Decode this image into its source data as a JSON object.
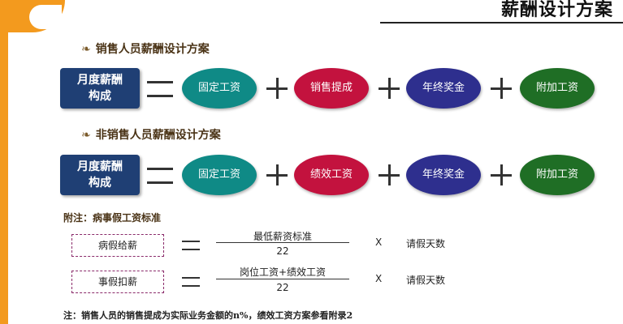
{
  "header": {
    "title": "薪酬设计方案"
  },
  "sales": {
    "heading": "销售人员薪酬设计方案",
    "heading_icon": "leaf-icon",
    "total_label": "月度薪酬构成",
    "components": [
      {
        "label": "固定工资",
        "color": "#0f8a86"
      },
      {
        "label": "销售提成",
        "color": "#c3123e"
      },
      {
        "label": "年终奖金",
        "color": "#2e2f8e"
      },
      {
        "label": "附加工资",
        "color": "#1f6e25"
      }
    ]
  },
  "non_sales": {
    "heading": "非销售人员薪酬设计方案",
    "heading_icon": "leaf-icon",
    "total_label": "月度薪酬构成",
    "components": [
      {
        "label": "固定工资",
        "color": "#0f8a86"
      },
      {
        "label": "绩效工资",
        "color": "#c3123e"
      },
      {
        "label": "年终奖金",
        "color": "#2e2f8e"
      },
      {
        "label": "附加工资",
        "color": "#1f6e25"
      }
    ]
  },
  "leave": {
    "heading": "附注：病事假工资标准",
    "rows": [
      {
        "name": "病假给薪",
        "numerator": "最低薪资标准",
        "denominator": "22",
        "times": "X",
        "days": "请假天数"
      },
      {
        "name": "事假扣薪",
        "numerator": "岗位工资+绩效工资",
        "denominator": "22",
        "times": "X",
        "days": "请假天数"
      }
    ]
  },
  "footnote": "注：销售人员的销售提成为实际业务金额的n%，绩效工资方案参看附录2"
}
